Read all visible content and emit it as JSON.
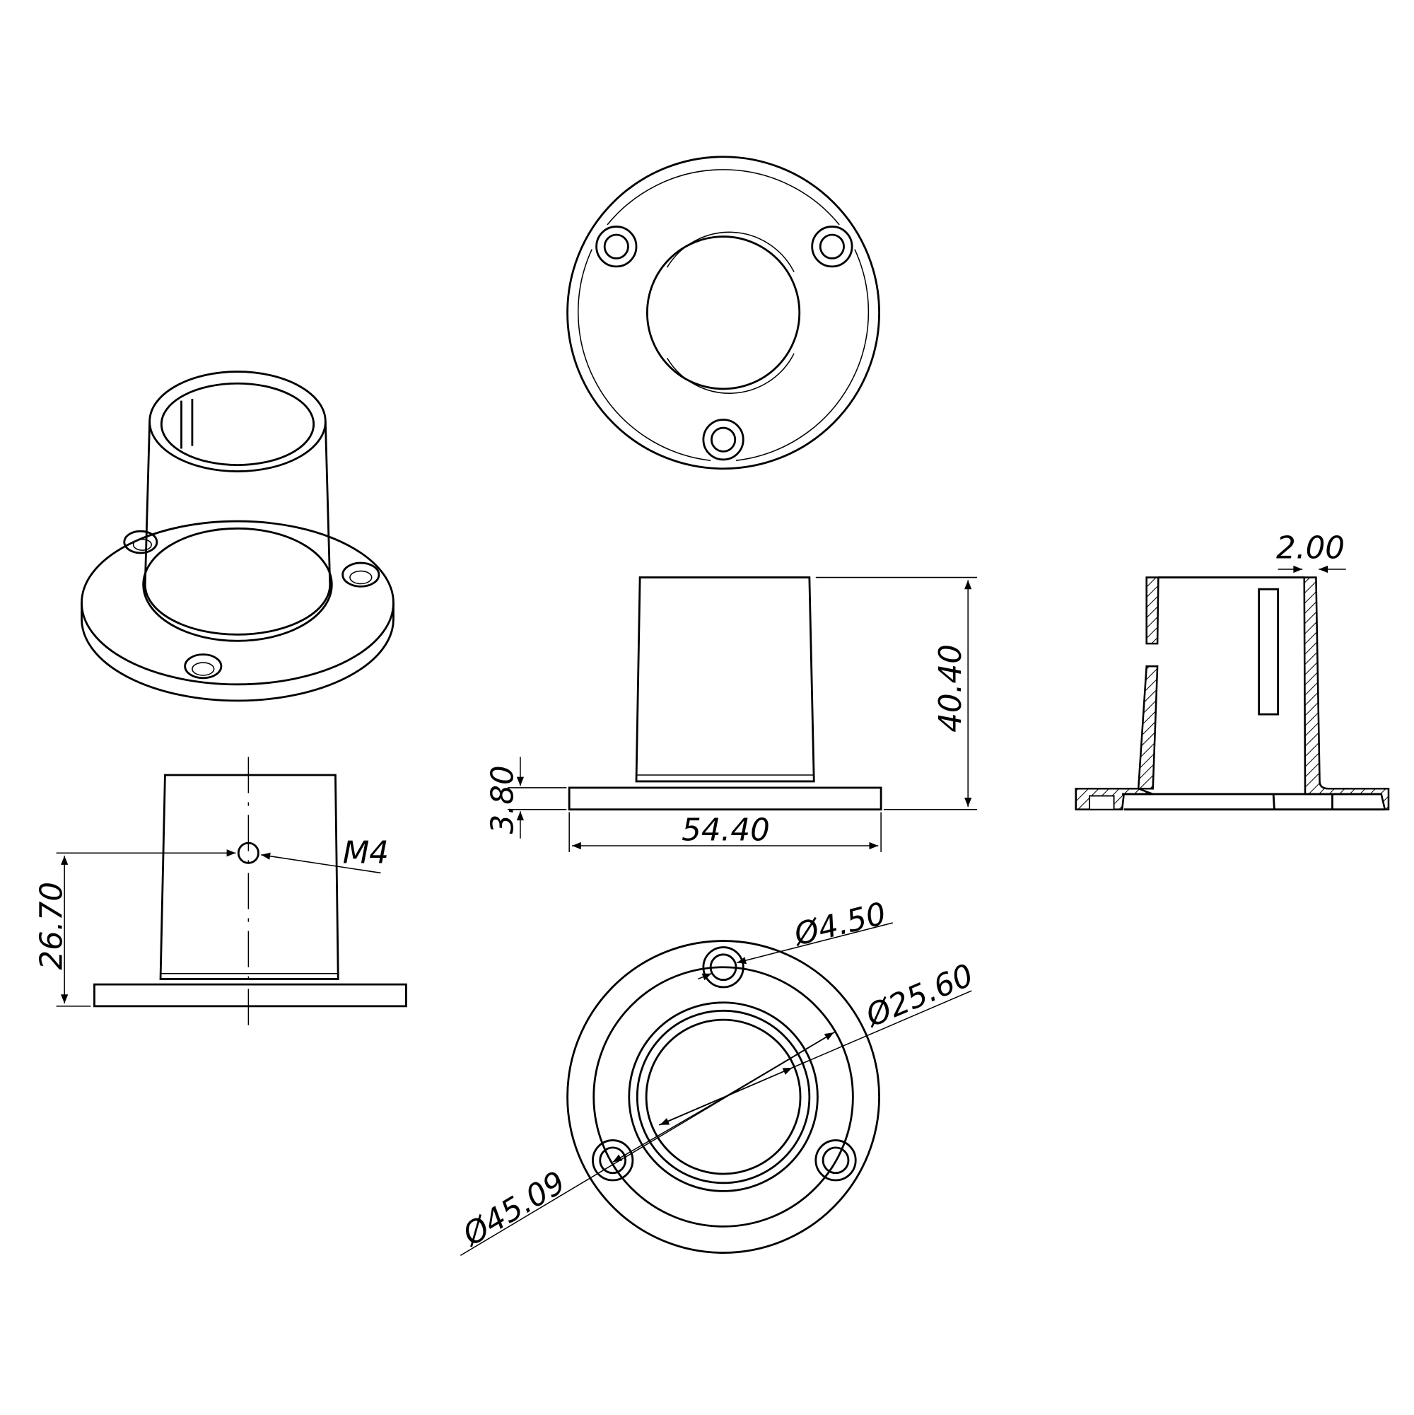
{
  "drawing": {
    "colors": {
      "line": "#000000",
      "background": "#ffffff"
    },
    "dimensions": {
      "wall_thickness": "2.00",
      "height": "40.40",
      "flange_thickness": "3.80",
      "flange_width": "54.40",
      "thread": "M4",
      "thread_height": "26.70",
      "hole_diameter": "Ø4.50",
      "tube_diameter": "Ø25.60",
      "bolt_circle": "Ø45.09"
    }
  }
}
